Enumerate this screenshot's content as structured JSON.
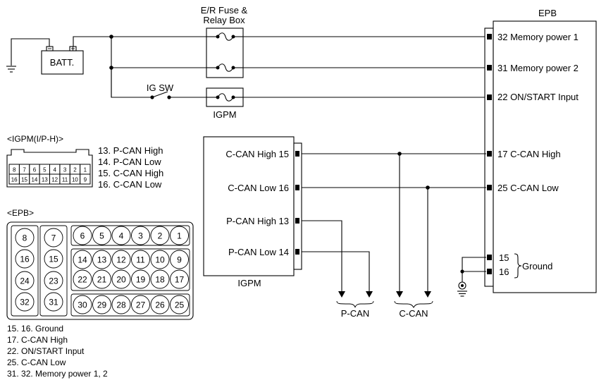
{
  "labels": {
    "er_fuse_line1": "E/R Fuse &",
    "er_fuse_line2": "Relay Box",
    "epb_title": "EPB",
    "batt": "BATT.",
    "ig_sw": "IG SW",
    "igpm_fuse": "IGPM",
    "igpm_module": "IGPM",
    "connector_igpm_title": "<IGPM(I/P-H)>",
    "connector_epb_title": "<EPB>",
    "ground": "Ground",
    "p_can_bus": "P-CAN",
    "c_can_bus": "C-CAN"
  },
  "epb_pins": {
    "p32": "32 Memory power 1",
    "p31": "31 Memory power 2",
    "p22": "22 ON/START Input",
    "p17": "17 C-CAN High",
    "p25": "25 C-CAN Low",
    "p15": "15",
    "p16": "16"
  },
  "igpm_pins": {
    "c_can_high": "C-CAN High 15",
    "c_can_low": "C-CAN Low 16",
    "p_can_high": "P-CAN High 13",
    "p_can_low": "P-CAN Low 14"
  },
  "igpm_connector": {
    "top_row": [
      "8",
      "7",
      "6",
      "5",
      "4",
      "3",
      "2",
      "1"
    ],
    "bottom_row": [
      "16",
      "15",
      "14",
      "13",
      "12",
      "11",
      "10",
      "9"
    ],
    "legend": [
      "13. P-CAN High",
      "14. P-CAN Low",
      "15. C-CAN High",
      "16. C-CAN Low"
    ]
  },
  "epb_connector": {
    "left_col1": [
      "8",
      "16",
      "24",
      "32"
    ],
    "left_col2": [
      "7",
      "15",
      "23",
      "31"
    ],
    "row1": [
      "6",
      "5",
      "4",
      "3",
      "2",
      "1"
    ],
    "row2": [
      "14",
      "13",
      "12",
      "11",
      "10",
      "9"
    ],
    "row3": [
      "22",
      "21",
      "20",
      "19",
      "18",
      "17"
    ],
    "row4": [
      "30",
      "29",
      "28",
      "27",
      "26",
      "25"
    ]
  },
  "epb_legend": [
    "15. 16. Ground",
    "17. C-CAN High",
    "22. ON/START Input",
    "25. C-CAN Low",
    "31. 32. Memory power 1, 2"
  ],
  "icons": {
    "ground": "ground-icon",
    "chassis_ground": "chassis-ground-icon",
    "fuse": "fuse-icon",
    "switch": "switch-icon"
  }
}
